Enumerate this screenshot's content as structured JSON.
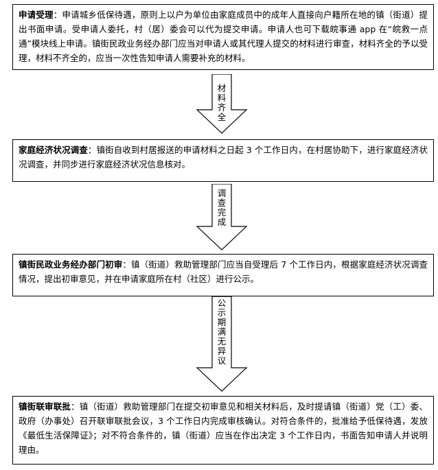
{
  "steps": [
    {
      "title": "申请受理",
      "body": "：申请城乡低保待遇，原则上以户为单位由家庭成员中的成年人直接向户籍所在地的镇（街道）提出书面申请。受申请人委托，村（居）委会可以代为提交申请。申请人也可下载皖事通 app 在“皖救一点通”模块线上申请。镇街民政业务经办部门应当对申请人或其代理人提交的材料进行审查，材料齐全的予以受理，材料不齐全的，应当一次性告知申请人需要补充的材料。"
    },
    {
      "title": "家庭经济状况调查",
      "body": "：镇街自收到村居报送的申请材料之日起 3 个工作日内，在村居协助下，进行家庭经济状况调查，并同步进行家庭经济状况信息核对。"
    },
    {
      "title": "镇街民政业务经办部门初审",
      "body": "：镇（街道）救助管理部门应当自受理后 7 个工作日内，根据家庭经济状况调查情况，提出初审意见，并在申请家庭所在村（社区）进行公示。"
    },
    {
      "title": "镇街联审联批",
      "body": "：镇（街道）救助管理部门在提交初审意见和相关材料后，及时提请镇（街道）党（工）委、政府（办事处）召开联审联批会议，3 个工作日内完成审核确认。对符合条件的，批准给予低保待遇，发放《最低生活保障证》；对不符合条件的，镇（街道）应当在作出决定 3 个工作日内，书面告知申请人并说明理由。"
    }
  ],
  "arrows": [
    {
      "label": [
        "材",
        "料",
        "齐",
        "全"
      ]
    },
    {
      "label": [
        "调",
        "查",
        "完",
        "成"
      ]
    },
    {
      "label": [
        "公",
        "示",
        "期",
        "满",
        "无",
        "异",
        "议"
      ]
    }
  ]
}
